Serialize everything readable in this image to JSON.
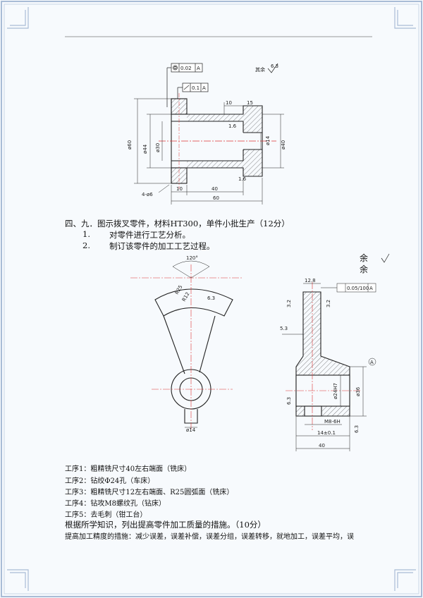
{
  "header_rule": true,
  "drawing1": {
    "tol_ref_a": "A",
    "tol_round": "0.02",
    "tol_perp": "0.1",
    "roughness_other": "其余",
    "roughness_other_val": "6.3",
    "roughness_1": "1.6",
    "roughness_2": "1.6",
    "dim_top_10": "10",
    "dim_top_15": "15",
    "dim_d60": "ø60",
    "dim_d44": "ø44",
    "dim_d30": "ø30",
    "dim_d14": "ø14",
    "dim_d40": "ø40",
    "holes": "4-ø6",
    "dim_bottom_10": "10",
    "dim_bottom_40": "40",
    "dim_bottom_60": "60"
  },
  "question9": {
    "title": "四、九．图示拨叉零件，材料HT300，单件小批生产（12分）",
    "items": [
      {
        "num": "1.",
        "text": "对零件进行工艺分析。"
      },
      {
        "num": "2.",
        "text": "制订该零件的加工工艺过程。"
      }
    ]
  },
  "drawing2": {
    "remainder_1": "余",
    "remainder_2": "余",
    "angle": "120°",
    "r_labels": [
      "R25",
      "R12"
    ],
    "rough_63": "6.3",
    "dim_d14": "ø14",
    "dim_12": "12.8",
    "tol_box": "0.05/100",
    "tol_ref": "A",
    "r32_left": "3.2",
    "r32_right": "3.2",
    "dim_532": "5.3",
    "dim_24h7": "ø24H7",
    "dim_36": "ø36",
    "datum_a": "A",
    "rough_63b": "6.3",
    "rough_63c": "6.3",
    "thread": "M8-6H",
    "dim_14": "14±0.1",
    "dim_40": "40"
  },
  "steps": [
    "工序1：粗精铣尺寸40左右端面（铣床）",
    "工序2：钻绞Φ24孔（车床）",
    "工序3：粗精铣尺寸12左右端面、R25圆弧面（铣床）",
    "工序4：钻攻M8螺纹孔（钻床）",
    "工序5：去毛刺（钳工台）"
  ],
  "question10": "根据所学知识，列出提高零件加工质量的措施。（10分）",
  "answer": "提高加工精度的措施：减少误差，误差补偿，误差分组，误差转移，就地加工，误差平均，误"
}
